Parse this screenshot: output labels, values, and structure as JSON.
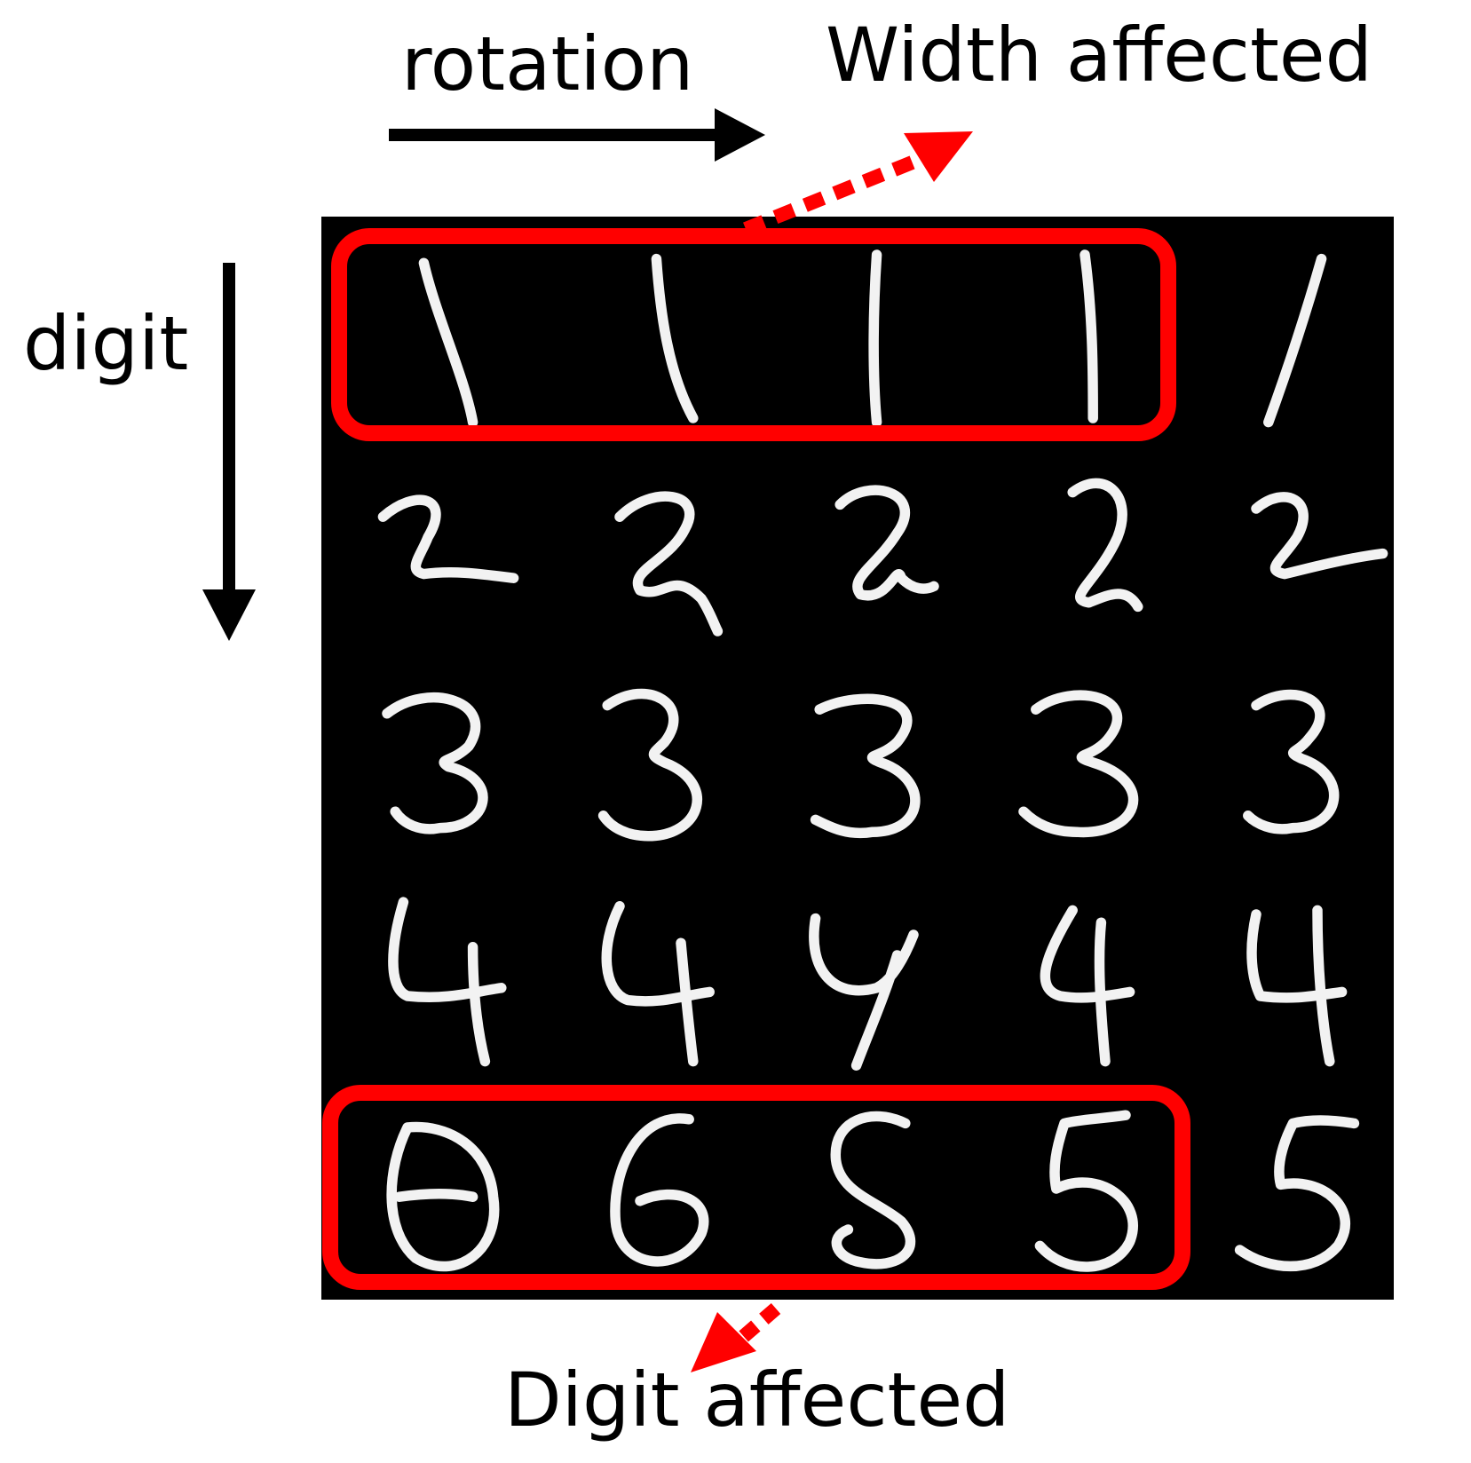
{
  "labels": {
    "rotation": "rotation",
    "width_affected": "Width affected",
    "digit": "digit",
    "digit_affected": "Digit affected"
  },
  "colors": {
    "panel_background": "#000000",
    "digit_stroke": "#f2f2f2",
    "highlight": "#ff0000",
    "arrow": "#000000"
  },
  "grid": {
    "rows": 5,
    "columns": 5,
    "highlighted_rows": [
      {
        "row": 0,
        "columns": [
          0,
          1,
          2,
          3
        ],
        "annotation": "width_affected"
      },
      {
        "row": 4,
        "columns": [
          0,
          1,
          2,
          3
        ],
        "annotation": "digit_affected"
      }
    ]
  }
}
